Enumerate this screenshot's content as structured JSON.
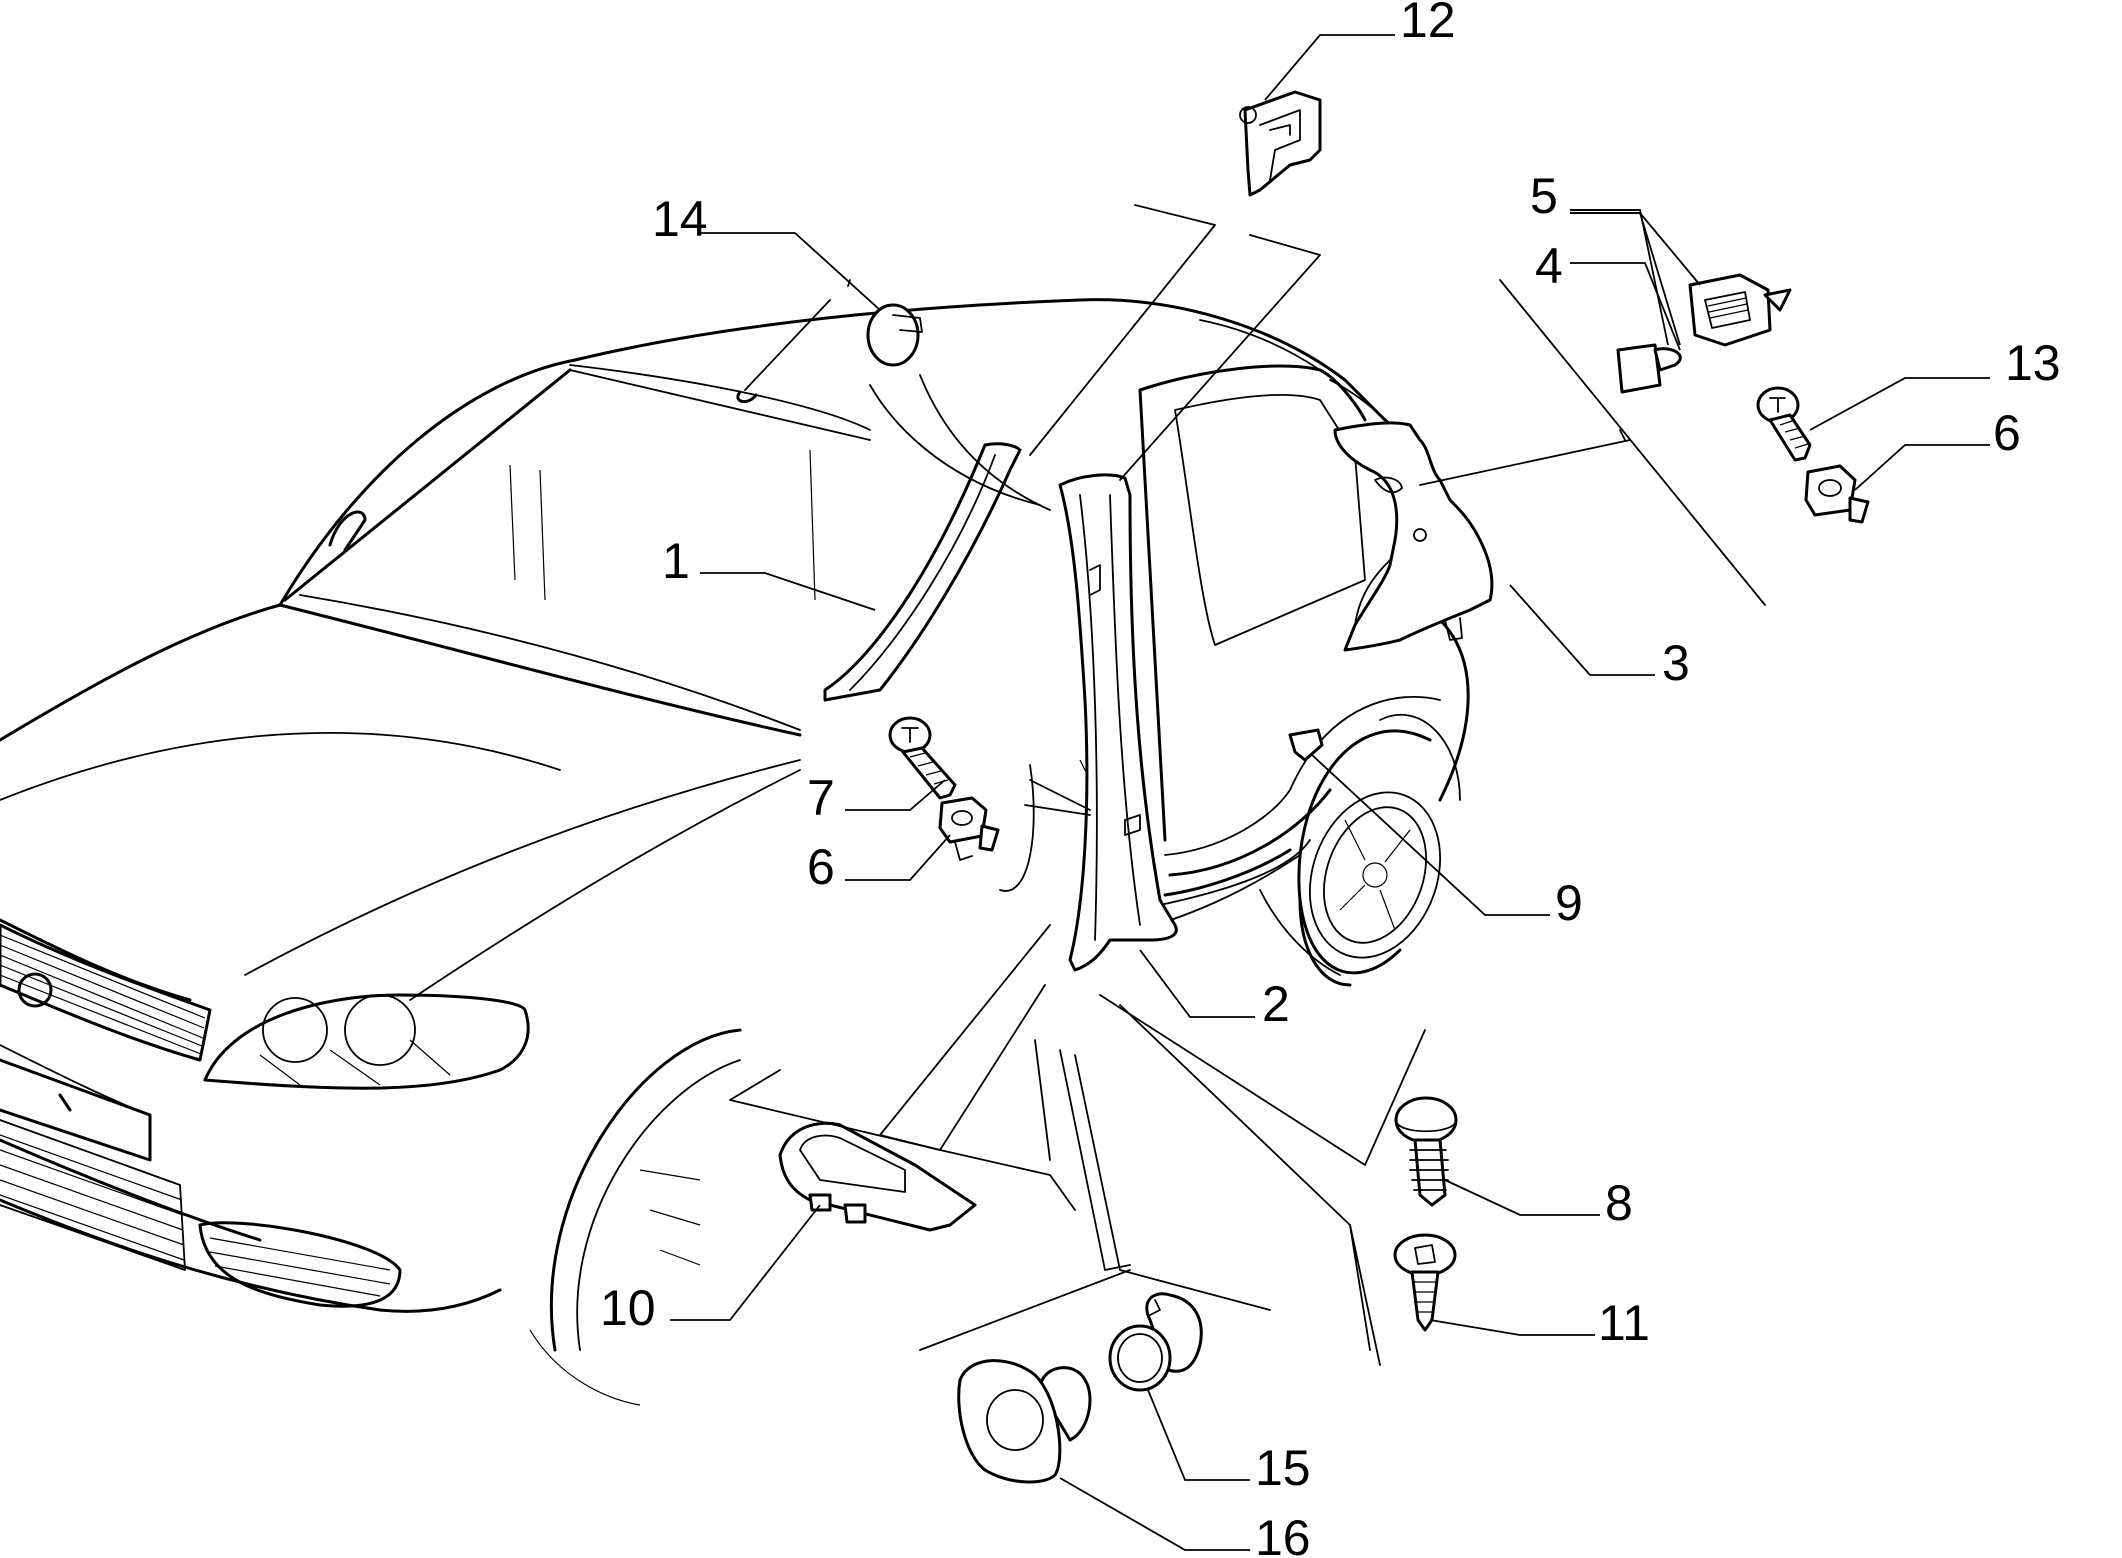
{
  "callouts": [
    {
      "id": "1",
      "text": "1",
      "part": "a-pillar-trim"
    },
    {
      "id": "2",
      "text": "2",
      "part": "b-pillar-trim"
    },
    {
      "id": "3",
      "text": "3",
      "part": "c-pillar-trim"
    },
    {
      "id": "4",
      "text": "4",
      "part": "clip-cover"
    },
    {
      "id": "5",
      "text": "5",
      "part": "vent-grille"
    },
    {
      "id": "6a",
      "text": "6",
      "part": "clip-nut"
    },
    {
      "id": "6b",
      "text": "6",
      "part": "clip-nut"
    },
    {
      "id": "7",
      "text": "7",
      "part": "screw"
    },
    {
      "id": "8",
      "text": "8",
      "part": "push-rivet"
    },
    {
      "id": "9",
      "text": "9",
      "part": "door-trim-clip"
    },
    {
      "id": "10",
      "text": "10",
      "part": "courtesy-light"
    },
    {
      "id": "11",
      "text": "11",
      "part": "self-tapping-screw"
    },
    {
      "id": "12",
      "text": "12",
      "part": "bracket"
    },
    {
      "id": "13",
      "text": "13",
      "part": "screw"
    },
    {
      "id": "14",
      "text": "14",
      "part": "plug"
    },
    {
      "id": "15",
      "text": "15",
      "part": "cap"
    },
    {
      "id": "16",
      "text": "16",
      "part": "cover-cap"
    }
  ]
}
